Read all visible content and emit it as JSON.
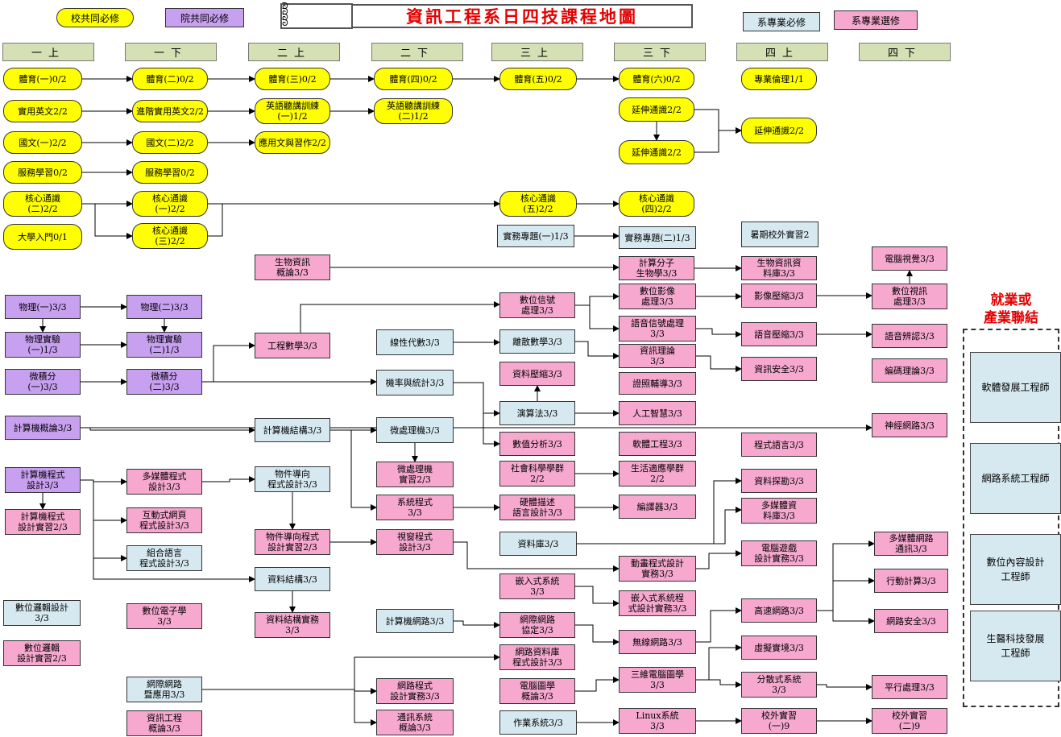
{
  "title": "資訊工程系日四技課程地圖",
  "legend": {
    "school": "校共同必修",
    "college": "院共同必修",
    "required": "系專業必修",
    "elective": "系專業選修"
  },
  "semesters": [
    "一上",
    "一下",
    "二上",
    "二下",
    "三上",
    "三下",
    "四上",
    "四下"
  ],
  "career": {
    "heading": "就業或\n產業聯結",
    "jobs": [
      "軟體發展工程師",
      "網路系統工程師",
      "數位內容設計\n工程師",
      "生醫科技發展\n工程師"
    ]
  },
  "colors": {
    "school": "#ffff00",
    "college": "#c8a0f0",
    "required": "#d6e9f0",
    "elective": "#f6a8cf",
    "semester": "#d5e1b4",
    "title": "#e30000"
  },
  "courses": [
    {
      "id": "pe1",
      "label": "體育(一)0/2",
      "type": "school"
    },
    {
      "id": "pe2",
      "label": "體育(二)0/2",
      "type": "school"
    },
    {
      "id": "pe3",
      "label": "體育(三)0/2",
      "type": "school"
    },
    {
      "id": "pe4",
      "label": "體育(四)0/2",
      "type": "school"
    },
    {
      "id": "pe5",
      "label": "體育(五)0/2",
      "type": "school"
    },
    {
      "id": "pe6",
      "label": "體育(六)0/2",
      "type": "school"
    },
    {
      "id": "ethics",
      "label": "專業倫理1/1",
      "type": "school"
    },
    {
      "id": "eng1",
      "label": "實用英文2/2",
      "type": "school"
    },
    {
      "id": "eng2",
      "label": "進階實用英文2/2",
      "type": "school"
    },
    {
      "id": "listen1",
      "label": "英語聽講訓練\n(一)1/2",
      "type": "school"
    },
    {
      "id": "listen2",
      "label": "英語聽講訓練\n(二)1/2",
      "type": "school"
    },
    {
      "id": "ext1",
      "label": "延伸通識2/2",
      "type": "school"
    },
    {
      "id": "ext2",
      "label": "延伸通識2/2",
      "type": "school"
    },
    {
      "id": "ext3",
      "label": "延伸通識2/2",
      "type": "school"
    },
    {
      "id": "chi1",
      "label": "國文(一)2/2",
      "type": "school"
    },
    {
      "id": "chi2",
      "label": "國文(二)2/2",
      "type": "school"
    },
    {
      "id": "write",
      "label": "應用文與習作2/2",
      "type": "school"
    },
    {
      "id": "svc1",
      "label": "服務學習0/2",
      "type": "school"
    },
    {
      "id": "svc2",
      "label": "服務學習0/2",
      "type": "school"
    },
    {
      "id": "core2",
      "label": "核心通識\n(二)2/2",
      "type": "school"
    },
    {
      "id": "core1",
      "label": "核心通識\n(一)2/2",
      "type": "school"
    },
    {
      "id": "core3",
      "label": "核心通識\n(三)2/2",
      "type": "school"
    },
    {
      "id": "core5",
      "label": "核心通識\n(五)2/2",
      "type": "school"
    },
    {
      "id": "core4",
      "label": "核心通識\n(四)2/2",
      "type": "school"
    },
    {
      "id": "intro",
      "label": "大學入門0/1",
      "type": "school"
    },
    {
      "id": "proj1",
      "label": "實務專題(一)1/3",
      "type": "required"
    },
    {
      "id": "proj2",
      "label": "實務專題(二)1/3",
      "type": "required"
    },
    {
      "id": "intern_s",
      "label": "暑期校外實習2",
      "type": "required"
    },
    {
      "id": "bioinfo",
      "label": "生物資訊\n概論3/3",
      "type": "elective"
    },
    {
      "id": "compbio",
      "label": "計算分子\n生物學3/3",
      "type": "elective"
    },
    {
      "id": "biodb",
      "label": "生物資訊資\n料庫3/3",
      "type": "elective"
    },
    {
      "id": "cv",
      "label": "電腦視覺3/3",
      "type": "elective"
    },
    {
      "id": "phy1",
      "label": "物理(一)3/3",
      "type": "college"
    },
    {
      "id": "phy2",
      "label": "物理(二)3/3",
      "type": "college"
    },
    {
      "id": "phylab1",
      "label": "物理實驗\n(一)1/3",
      "type": "college"
    },
    {
      "id": "phylab2",
      "label": "物理實驗\n(二)1/3",
      "type": "college"
    },
    {
      "id": "calc1",
      "label": "微積分\n(一)3/3",
      "type": "college"
    },
    {
      "id": "calc2",
      "label": "微積分\n(二)3/3",
      "type": "college"
    },
    {
      "id": "compintro",
      "label": "計算機概論3/3",
      "type": "college"
    },
    {
      "id": "prog",
      "label": "計算機程式\n設計3/3",
      "type": "college"
    },
    {
      "id": "proglab",
      "label": "計算機程式\n設計實習2/3",
      "type": "elective"
    },
    {
      "id": "engmath",
      "label": "工程數學3/3",
      "type": "elective"
    },
    {
      "id": "dsp",
      "label": "數位信號\n處理3/3",
      "type": "elective"
    },
    {
      "id": "dip",
      "label": "數位影像\n處理3/3",
      "type": "elective"
    },
    {
      "id": "speech",
      "label": "語音信號處理\n3/3",
      "type": "elective"
    },
    {
      "id": "imgcomp",
      "label": "影像壓縮3/3",
      "type": "elective"
    },
    {
      "id": "voicecomp",
      "label": "語音壓縮3/3",
      "type": "elective"
    },
    {
      "id": "dvideo",
      "label": "數位視訊\n處理3/3",
      "type": "elective"
    },
    {
      "id": "voicerec",
      "label": "語音辨認3/3",
      "type": "elective"
    },
    {
      "id": "linalg",
      "label": "線性代數3/3",
      "type": "required"
    },
    {
      "id": "discrete",
      "label": "離散數學3/3",
      "type": "required"
    },
    {
      "id": "infotheory",
      "label": "資訊理論\n3/3",
      "type": "elective"
    },
    {
      "id": "infosec",
      "label": "資訊安全3/3",
      "type": "elective"
    },
    {
      "id": "coding",
      "label": "編碼理論3/3",
      "type": "elective"
    },
    {
      "id": "datacomp",
      "label": "資料壓縮3/3",
      "type": "elective"
    },
    {
      "id": "cert",
      "label": "證照輔導3/3",
      "type": "elective"
    },
    {
      "id": "prob",
      "label": "機率與統計3/3",
      "type": "required"
    },
    {
      "id": "algo",
      "label": "演算法3/3",
      "type": "required"
    },
    {
      "id": "ai",
      "label": "人工智慧3/3",
      "type": "elective"
    },
    {
      "id": "numeric",
      "label": "數值分析3/3",
      "type": "elective"
    },
    {
      "id": "se",
      "label": "軟體工程3/3",
      "type": "elective"
    },
    {
      "id": "nn",
      "label": "神經網路3/3",
      "type": "elective"
    },
    {
      "id": "arch",
      "label": "計算機結構3/3",
      "type": "required"
    },
    {
      "id": "micro",
      "label": "微處理機3/3",
      "type": "required"
    },
    {
      "id": "microlab",
      "label": "微處理機\n實習2/3",
      "type": "elective"
    },
    {
      "id": "social",
      "label": "社會科學學群\n2/2",
      "type": "elective"
    },
    {
      "id": "life",
      "label": "生活適應學群\n2/2",
      "type": "elective"
    },
    {
      "id": "plang",
      "label": "程式語言3/3",
      "type": "elective"
    },
    {
      "id": "mmprog",
      "label": "多媒體程式\n設計3/3",
      "type": "elective"
    },
    {
      "id": "oop",
      "label": "物件導向\n程式設計3/3",
      "type": "required"
    },
    {
      "id": "sysprog",
      "label": "系統程式\n3/3",
      "type": "elective"
    },
    {
      "id": "hdl",
      "label": "硬體描述\n語言設計3/3",
      "type": "elective"
    },
    {
      "id": "compiler",
      "label": "編譯器3/3",
      "type": "elective"
    },
    {
      "id": "mining",
      "label": "資料探勘3/3",
      "type": "elective"
    },
    {
      "id": "web",
      "label": "互動式網頁\n程式設計3/3",
      "type": "elective"
    },
    {
      "id": "ooplab",
      "label": "物件導向程式\n設計實習2/3",
      "type": "elective"
    },
    {
      "id": "winprog",
      "label": "視窗程式\n設計3/3",
      "type": "elective"
    },
    {
      "id": "db",
      "label": "資料庫3/3",
      "type": "required"
    },
    {
      "id": "mmdb",
      "label": "多媒體資\n料庫3/3",
      "type": "elective"
    },
    {
      "id": "asm",
      "label": "組合語言\n程式設計3/3",
      "type": "required"
    },
    {
      "id": "anim",
      "label": "動畫程式設計\n實務3/3",
      "type": "elective"
    },
    {
      "id": "game",
      "label": "電腦遊戲\n設計實務3/3",
      "type": "elective"
    },
    {
      "id": "mmnet",
      "label": "多媒體網路\n通訊3/3",
      "type": "elective"
    },
    {
      "id": "ds",
      "label": "資料結構3/3",
      "type": "required"
    },
    {
      "id": "embedded",
      "label": "嵌入式系統\n3/3",
      "type": "elective"
    },
    {
      "id": "emblab",
      "label": "嵌入式系統程\n式設計實務3/3",
      "type": "elective"
    },
    {
      "id": "mobile",
      "label": "行動計算3/3",
      "type": "elective"
    },
    {
      "id": "logic",
      "label": "數位邏輯設計\n3/3",
      "type": "required"
    },
    {
      "id": "digelec",
      "label": "數位電子學\n3/3",
      "type": "elective"
    },
    {
      "id": "dslab",
      "label": "資料結構實務\n3/3",
      "type": "elective"
    },
    {
      "id": "network",
      "label": "計算機網路3/3",
      "type": "required"
    },
    {
      "id": "protocol",
      "label": "網際網路\n協定3/3",
      "type": "elective"
    },
    {
      "id": "wireless",
      "label": "無線網路3/3",
      "type": "elective"
    },
    {
      "id": "highspeed",
      "label": "高速網路3/3",
      "type": "elective"
    },
    {
      "id": "netsec",
      "label": "網路安全3/3",
      "type": "elective"
    },
    {
      "id": "logiclab",
      "label": "數位邏輯\n設計實習2/3",
      "type": "elective"
    },
    {
      "id": "netdb",
      "label": "網路資料庫\n程式設計3/3",
      "type": "elective"
    },
    {
      "id": "vr",
      "label": "虛擬實境3/3",
      "type": "elective"
    },
    {
      "id": "inet",
      "label": "網際網路\n暨應用3/3",
      "type": "required"
    },
    {
      "id": "netprog",
      "label": "網路程式\n設計實務3/3",
      "type": "elective"
    },
    {
      "id": "cg",
      "label": "電腦圖學\n概論3/3",
      "type": "elective"
    },
    {
      "id": "cg3d",
      "label": "三維電腦圖學\n3/3",
      "type": "elective"
    },
    {
      "id": "distrib",
      "label": "分散式系統\n3/3",
      "type": "elective"
    },
    {
      "id": "parallel",
      "label": "平行處理3/3",
      "type": "elective"
    },
    {
      "id": "csintro",
      "label": "資訊工程\n概論3/3",
      "type": "elective"
    },
    {
      "id": "comsys",
      "label": "通訊系統\n概論3/3",
      "type": "elective"
    },
    {
      "id": "os",
      "label": "作業系統3/3",
      "type": "required"
    },
    {
      "id": "linux",
      "label": "Linux系統\n3/3",
      "type": "elective"
    },
    {
      "id": "extintern1",
      "label": "校外實習\n(一)9",
      "type": "elective"
    },
    {
      "id": "extintern2",
      "label": "校外實習\n(二)9",
      "type": "elective"
    }
  ]
}
